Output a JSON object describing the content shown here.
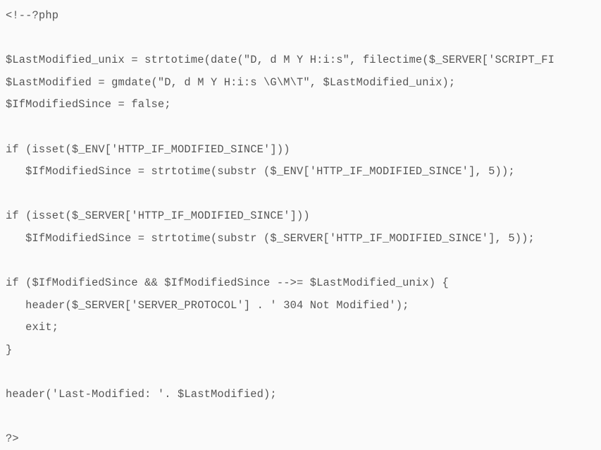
{
  "code": {
    "lines": [
      "<!--?php",
      "",
      "$LastModified_unix = strtotime(date(\"D, d M Y H:i:s\", filectime($_SERVER['SCRIPT_FI",
      "$LastModified = gmdate(\"D, d M Y H:i:s \\G\\M\\T\", $LastModified_unix);",
      "$IfModifiedSince = false;",
      "",
      "if (isset($_ENV['HTTP_IF_MODIFIED_SINCE']))",
      "   $IfModifiedSince = strtotime(substr ($_ENV['HTTP_IF_MODIFIED_SINCE'], 5));",
      "",
      "if (isset($_SERVER['HTTP_IF_MODIFIED_SINCE']))",
      "   $IfModifiedSince = strtotime(substr ($_SERVER['HTTP_IF_MODIFIED_SINCE'], 5));",
      "",
      "if ($IfModifiedSince && $IfModifiedSince -->= $LastModified_unix) {",
      "   header($_SERVER['SERVER_PROTOCOL'] . ' 304 Not Modified');",
      "   exit;",
      "}",
      "",
      "header('Last-Modified: '. $LastModified);",
      "",
      "?>"
    ]
  },
  "colors": {
    "background": "#fafafa",
    "text": "#555555"
  }
}
